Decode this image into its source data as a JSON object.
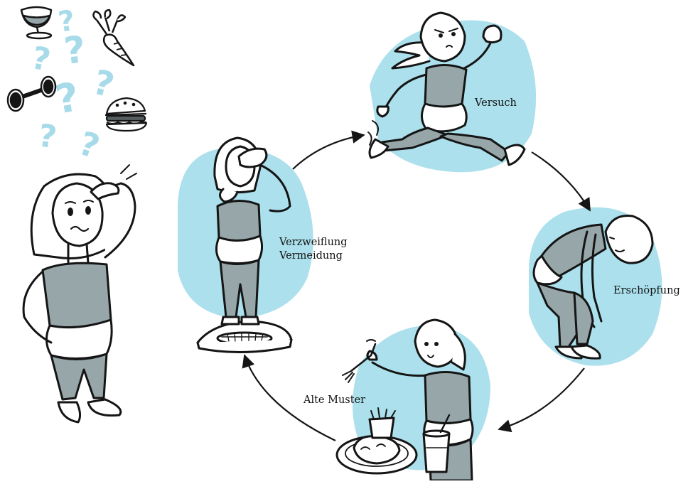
{
  "stages": {
    "attempt": "Versuch",
    "exhaustion": "Erschöpfung",
    "old_patterns": "Alte Muster",
    "despair_line1": "Verzweiflung",
    "despair_line2": "Vermeidung"
  },
  "colors": {
    "blob": "#abe0ec",
    "question_marks": "#a8dbe9",
    "ink": "#151515",
    "clothing": "#97a6a9",
    "skin": "#ffffff"
  },
  "icons": [
    "wine-glass-icon",
    "carrot-icon",
    "dumbbell-icon",
    "burger-icon",
    "scale-icon"
  ]
}
